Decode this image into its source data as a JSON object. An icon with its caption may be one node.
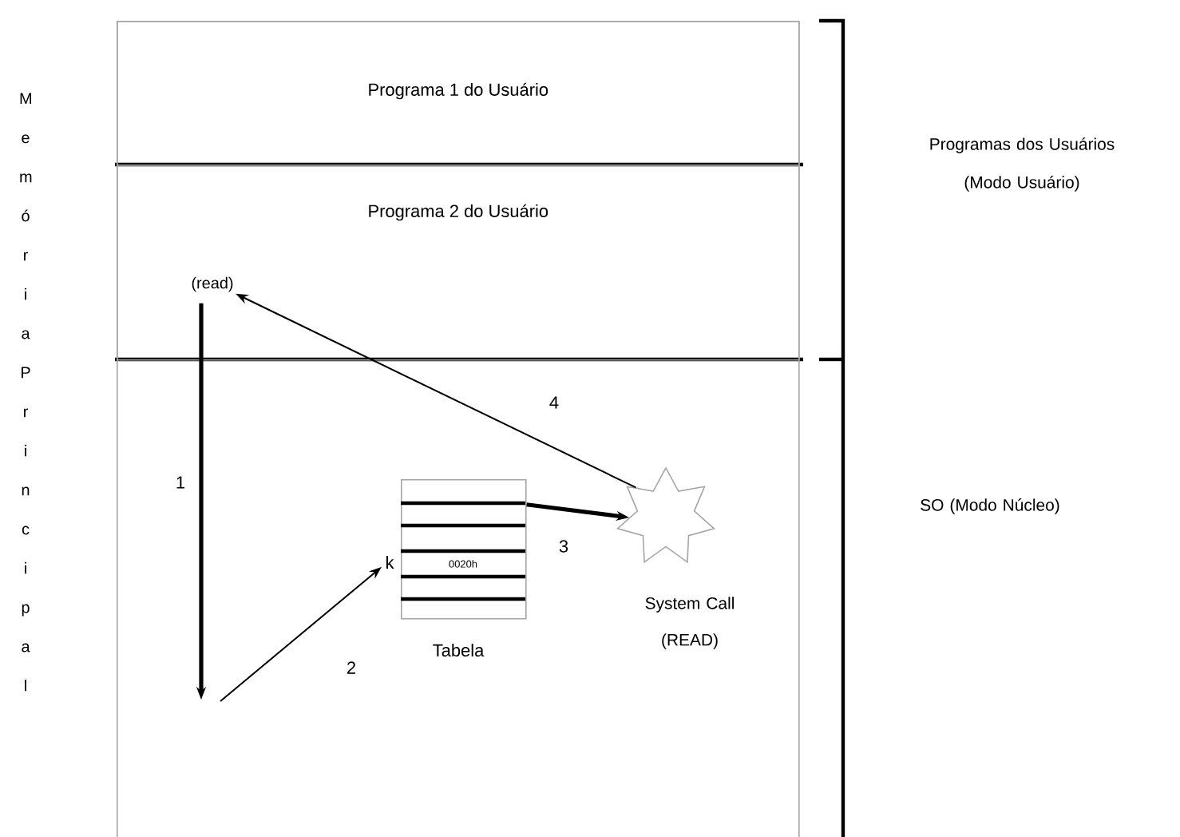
{
  "diagram": {
    "nodes": [
      {
        "text": [],
        "shape": "box"
      },
      {
        "text": [
          "Programa 1 do Usuário"
        ],
        "in": 0
      },
      {
        "text": [
          "Programa 2 do Usuário"
        ],
        "in": 0
      },
      {
        "text": [
          "(read)"
        ],
        "in": 2
      },
      {
        "text": [
          "0020h"
        ],
        "beside": [
          "k",
          "Tabela"
        ],
        "in": 0
      },
      {
        "text": [],
        "shape": "star",
        "beside": [
          "System Call (READ)"
        ],
        "in": 0
      }
    ],
    "edges": [
      {
        "from": 3,
        "to": null,
        "arrow": "to",
        "label": "1",
        "style": "thick"
      },
      {
        "from": null,
        "to": 4,
        "arrow": "to",
        "label": "2"
      },
      {
        "from": 4,
        "to": 5,
        "arrow": "to",
        "label": "3",
        "style": "thick"
      },
      {
        "from": 5,
        "to": 3,
        "arrow": "to",
        "label": "4"
      }
    ],
    "labels": [
      "Memória Principal",
      "Programas dos Usuários (Modo Usuário)",
      "SO (Modo Núcleo)"
    ]
  }
}
